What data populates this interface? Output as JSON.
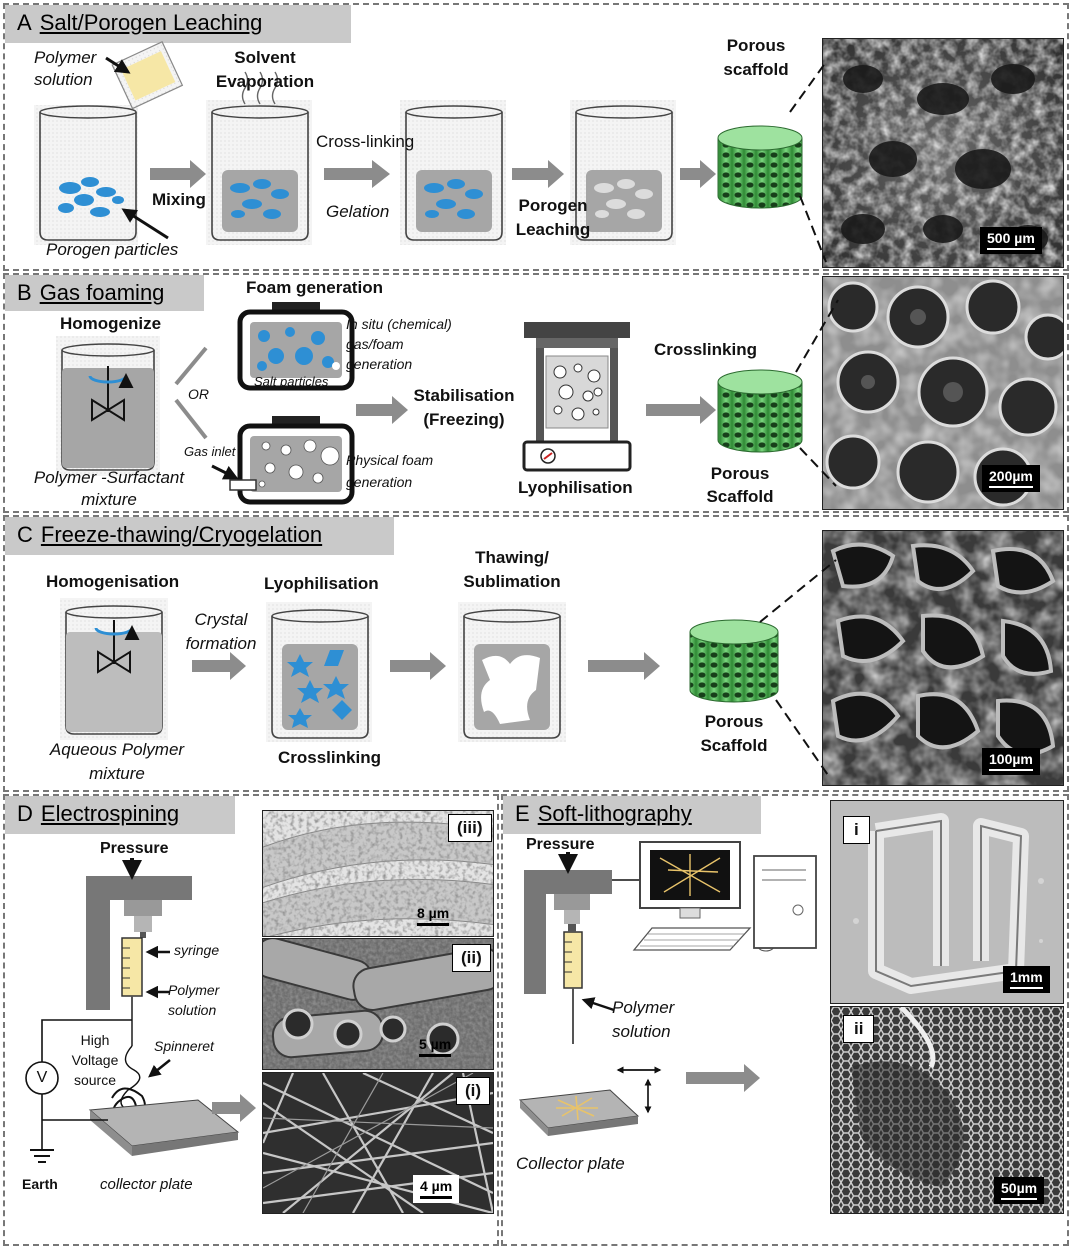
{
  "panelA": {
    "letter": "A",
    "title": "Salt/Porogen Leaching",
    "polymer_solution": [
      "Polymer",
      "solution"
    ],
    "porogen_particles": "Porogen particles",
    "mixing": "Mixing",
    "solvent_evaporation": [
      "Solvent",
      "Evaporation"
    ],
    "cross_linking": "Cross-linking",
    "gelation": "Gelation",
    "porogen_leaching": [
      "Porogen",
      "Leaching"
    ],
    "porous_scaffold": [
      "Porous",
      "scaffold"
    ],
    "scale": "500 µm"
  },
  "panelB": {
    "letter": "B",
    "title": "Gas foaming",
    "homogenize": "Homogenize",
    "polymer_surfactant": [
      "Polymer -Surfactant",
      "mixture"
    ],
    "or": "OR",
    "foam_generation": "Foam generation",
    "in_situ": [
      "In situ (chemical)",
      "gas/foam",
      "generation"
    ],
    "salt_particles": "Salt particles",
    "gas_inlet": "Gas inlet",
    "physical_foam": [
      "Physical foam",
      "generation"
    ],
    "stabilisation": [
      "Stabilisation",
      "(Freezing)"
    ],
    "lyophilisation": "Lyophilisation",
    "crosslinking": "Crosslinking",
    "porous_scaffold": [
      "Porous",
      "Scaffold"
    ],
    "scale": "200µm"
  },
  "panelC": {
    "letter": "C",
    "title": "Freeze-thawing/Cryogelation",
    "homogenisation": "Homogenisation",
    "aqueous_polymer": [
      "Aqueous Polymer",
      "mixture"
    ],
    "crystal_formation": [
      "Crystal",
      "formation"
    ],
    "lyophilisation": "Lyophilisation",
    "crosslinking": "Crosslinking",
    "thawing": [
      "Thawing/",
      "Sublimation"
    ],
    "porous_scaffold": [
      "Porous",
      "Scaffold"
    ],
    "scale": "100µm"
  },
  "panelD": {
    "letter": "D",
    "title": "Electrospining",
    "pressure": "Pressure",
    "syringe": "syringe",
    "polymer_solution": [
      "Polymer",
      "solution"
    ],
    "high_voltage": [
      "High",
      "Voltage",
      "source"
    ],
    "v": "V",
    "spinneret": "Spinneret",
    "earth": "Earth",
    "collector_plate": "collector plate",
    "img_iii": "(iii)",
    "img_ii": "(ii)",
    "img_i": "(i)",
    "scale_iii": "8 µm",
    "scale_ii": "5 µm",
    "scale_i": "4 µm"
  },
  "panelE": {
    "letter": "E",
    "title": "Soft-lithography",
    "pressure": "Pressure",
    "polymer_solution": [
      "Polymer",
      "solution"
    ],
    "collector_plate": "Collector plate",
    "img_i": "i",
    "img_ii": "ii",
    "scale_i": "1mm",
    "scale_ii": "50µm"
  },
  "colors": {
    "banner": "#c9c9c9",
    "arrow": "#8c8c8c",
    "particle_blue": "#2e8fd4",
    "scaffold_green": "#49b24a",
    "gel_gray": "#a6a6a6",
    "solution_yellow": "#f6e7a6"
  }
}
